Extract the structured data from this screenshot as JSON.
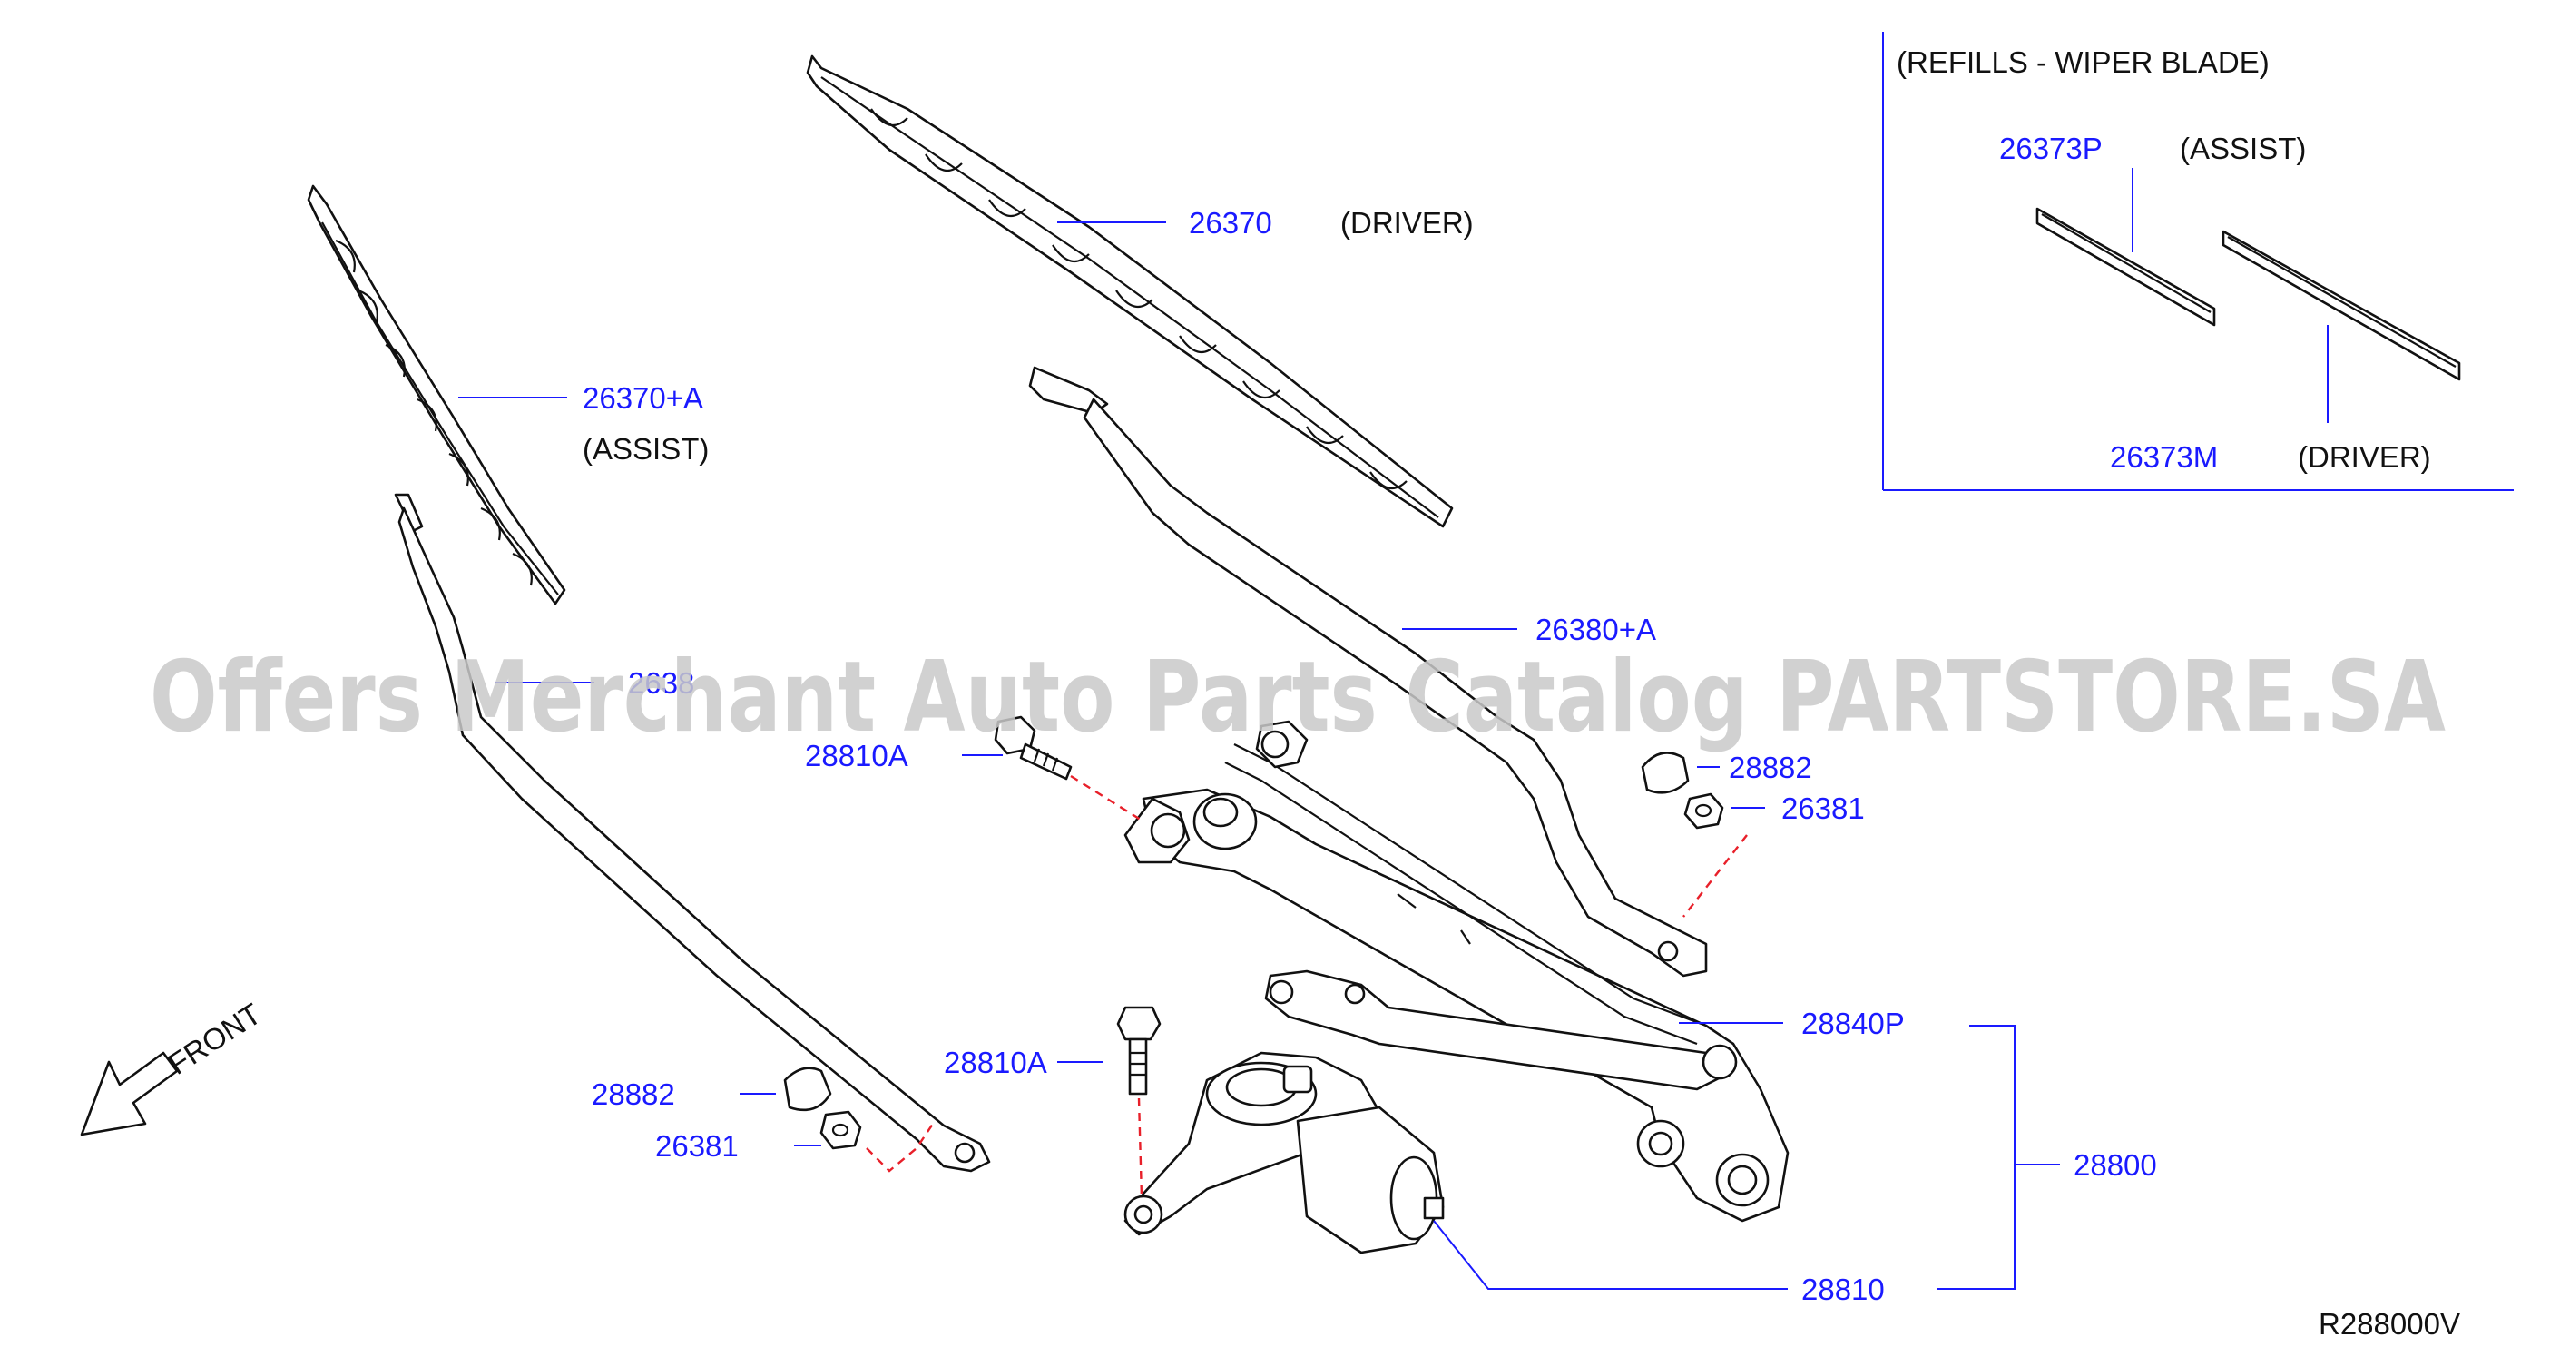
{
  "watermark": "Offers Merchant Auto Parts Catalog PARTSTORE.SA",
  "drawing_code": "R288000V",
  "front_label": "FRONT",
  "refills_box": {
    "title": "(REFILLS  -  WIPER  BLADE)",
    "assist_part": "26373P",
    "assist_note": "(ASSIST)",
    "driver_part": "26373M",
    "driver_note": "(DRIVER)"
  },
  "callouts": {
    "blade_driver": {
      "part": "26370",
      "note": "(DRIVER)"
    },
    "blade_assist": {
      "part": "26370+A",
      "note": "(ASSIST)"
    },
    "arm_driver": {
      "part": "26380+A"
    },
    "arm_assist_partial": {
      "part": "2638"
    },
    "motor_bolt_upper": {
      "part": "28810A"
    },
    "motor_bolt_lower": {
      "part": "28810A"
    },
    "cap_right": {
      "part": "28882"
    },
    "nut_right": {
      "part": "26381"
    },
    "cap_left": {
      "part": "28882"
    },
    "nut_left": {
      "part": "26381"
    },
    "linkage": {
      "part": "28840P"
    },
    "assembly": {
      "part": "28800"
    },
    "motor": {
      "part": "28810"
    }
  },
  "colors": {
    "part_number": "#1a1aff",
    "leader_line": "#1a1aff",
    "dashed_alignment": "#e8202a",
    "watermark": "#c9c9c9"
  }
}
